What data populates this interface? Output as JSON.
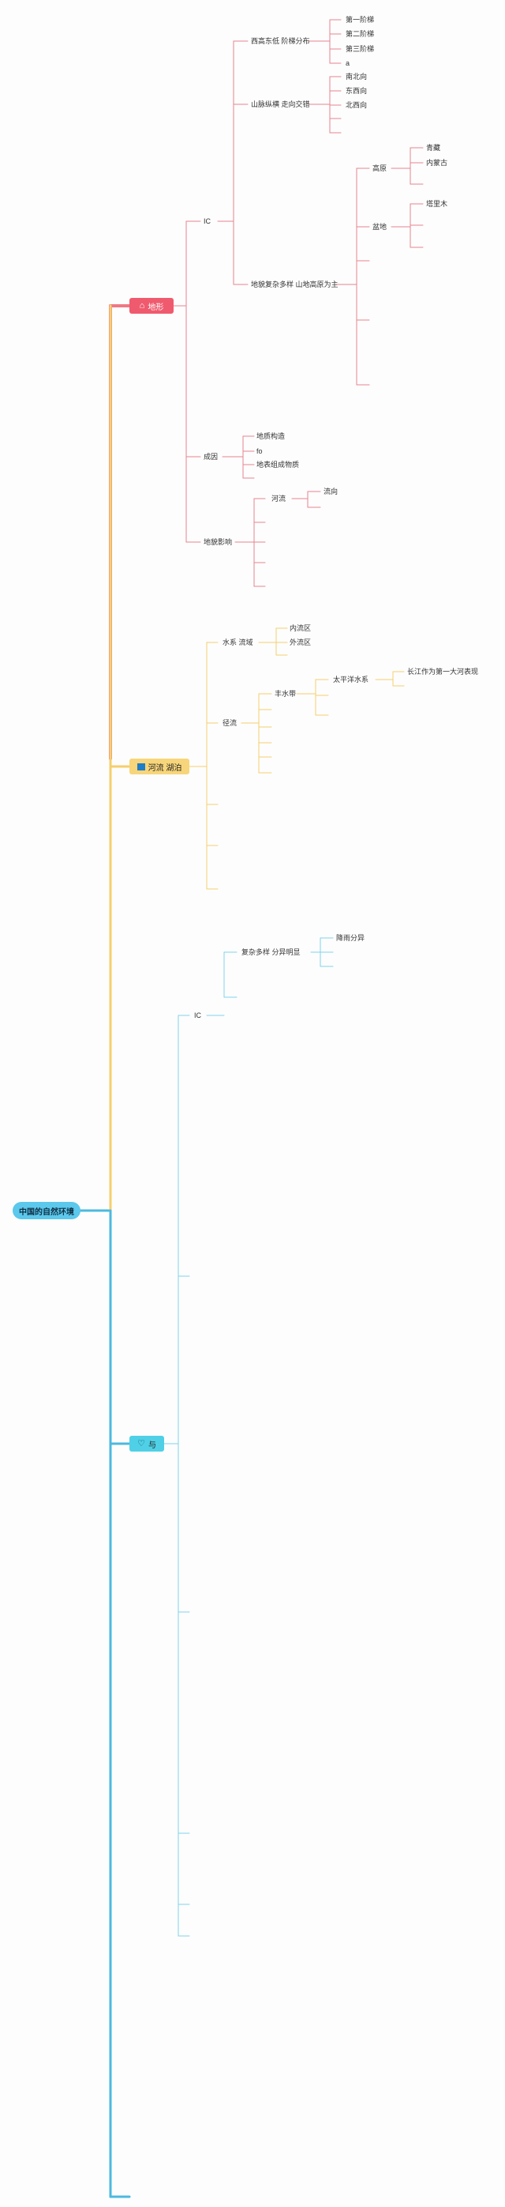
{
  "root": {
    "label": "中国的自然环境"
  },
  "branches": [
    {
      "id": "dixing",
      "label": "地形",
      "icon": "home-icon",
      "color": "#f05a6e",
      "line_color": "#e8848f"
    },
    {
      "id": "heliu",
      "label": "河流 湖泊",
      "icon": "flag-icon",
      "color": "#f7d57a",
      "line_color": "#f5cf6e"
    },
    {
      "id": "qihou",
      "label": "与",
      "icon": "heart-icon",
      "color": "#4fd0e6",
      "line_color": "#7fd3ea"
    }
  ],
  "dixing": {
    "tese": "IC",
    "jieti": "西高东低 阶梯分布",
    "jieti_items": [
      "第一阶梯",
      "第二阶梯",
      "第三阶梯",
      "a"
    ],
    "shanmai": "山脉纵横 走向交错",
    "shanmai_items": [
      "南北向",
      "东西向",
      "北西向"
    ],
    "duoyang": "地貌复杂多样 山地高原为主",
    "gaoyuan": "高原",
    "gaoyuan_items": [
      "青藏",
      "内蒙古"
    ],
    "pendi": "盆地",
    "pendi_items": [
      "塔里木"
    ],
    "chengyin": "成因",
    "chengyin_items": [
      "地质构造",
      "fo",
      "地表组成物质"
    ],
    "yingxiang": "地貌影响",
    "heliu": "河流",
    "liuxiang": "流向"
  },
  "heliu_section": {
    "shuixi": "水系 流域",
    "shuixi_items": [
      "内流区",
      "外流区"
    ],
    "jingliu": "径流",
    "fengshui": "丰水带",
    "taipingyang": "太平洋水系",
    "changjiang": "长江作为第一大河表现"
  },
  "qihou_section": {
    "tese": "IC",
    "fuza": "复杂多样 分异明显",
    "jiangshui": "降雨分异"
  }
}
